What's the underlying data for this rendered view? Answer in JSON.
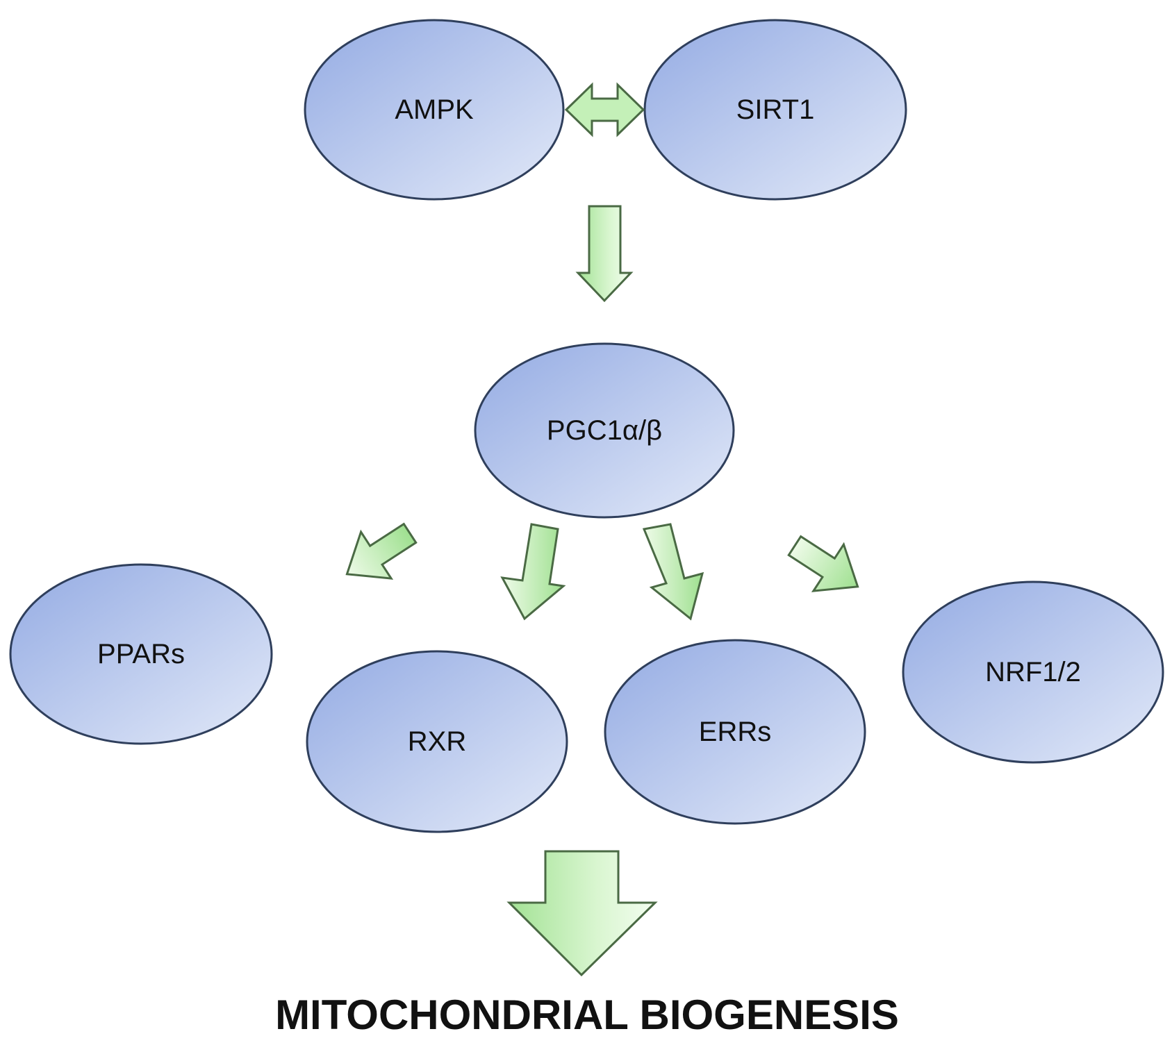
{
  "nodes": {
    "ampk": "AMPK",
    "sirt1": "SIRT1",
    "pgc1": "PGC1α/β",
    "ppars": "PPARs",
    "rxr": "RXR",
    "errs": "ERRs",
    "nrf": "NRF1/2"
  },
  "outcome": "MITOCHONDRIAL BIOGENESIS",
  "colors": {
    "node_fill_dark": "#9db3e6",
    "node_fill_light": "#dde5f7",
    "node_stroke": "#2f3f5c",
    "arrow_fill_light": "#e9fae3",
    "arrow_fill_dark": "#a6e39a",
    "arrow_stroke": "#4a6a44"
  }
}
